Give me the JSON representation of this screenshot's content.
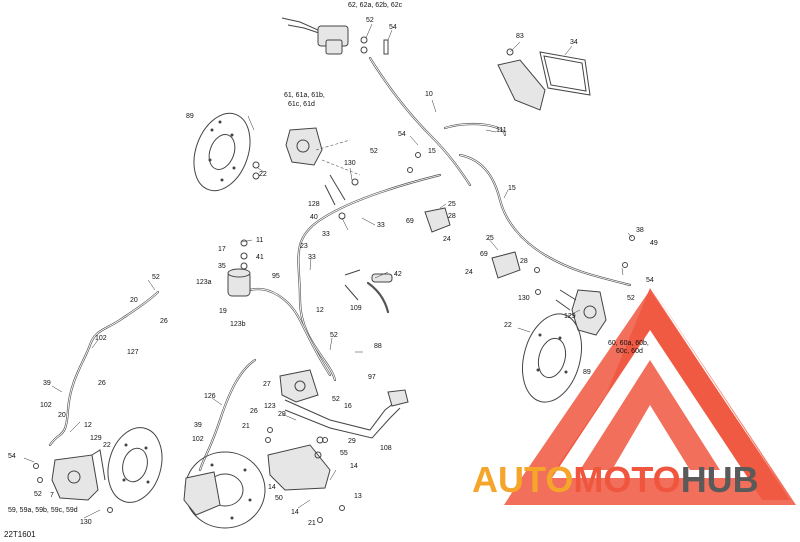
{
  "diagram_code": "22T1601",
  "watermark": {
    "part1": "AUTO",
    "part2": "MOTO",
    "part3": "HUB",
    "color_orange": "#f4a52a",
    "color_red": "#f0563e",
    "color_grey": "#5a5a5a"
  },
  "callouts": {
    "c1": "62, 62a, 62b, 62c",
    "c2": "52",
    "c3": "54",
    "c4": "83",
    "c5": "34",
    "c6": "10",
    "c7": "111",
    "c8": "61, 61a, 61b,",
    "c9": "61c, 61d",
    "c10": "89",
    "c11": "54",
    "c12": "15",
    "c13": "52",
    "c14": "22",
    "c15": "130",
    "c16": "128",
    "c17": "40",
    "c18": "33",
    "c19": "33",
    "c20": "15",
    "c21": "25",
    "c22": "28",
    "c23": "69",
    "c24": "24",
    "c25": "11",
    "c26": "17",
    "c27": "41",
    "c28": "35",
    "c29": "23",
    "c30": "33",
    "c31": "123a",
    "c32": "95",
    "c33": "42",
    "c34": "12",
    "c35": "19",
    "c36": "109",
    "c37": "123b",
    "c38": "25",
    "c39": "69",
    "c40": "28",
    "c41": "24",
    "c42": "38",
    "c43": "49",
    "c44": "54",
    "c45": "52",
    "c46": "130",
    "c47": "129",
    "c48": "22",
    "c49": "60, 60a, 60b,",
    "c50": "60c, 60d",
    "c51": "89",
    "c52": "52",
    "c53": "20",
    "c54": "26",
    "c55": "102",
    "c56": "127",
    "c57": "26",
    "c58": "39",
    "c59": "102",
    "c60": "20",
    "c61": "12",
    "c62": "52",
    "c63": "88",
    "c64": "27",
    "c65": "97",
    "c66": "52",
    "c67": "126",
    "c68": "123",
    "c69": "26",
    "c70": "16",
    "c71": "29",
    "c72": "39",
    "c73": "102",
    "c74": "21",
    "c75": "29",
    "c76": "108",
    "c77": "55",
    "c78": "14",
    "c79": "14",
    "c80": "50",
    "c81": "13",
    "c82": "14",
    "c83": "21",
    "c84": "129",
    "c85": "22",
    "c86": "54",
    "c87": "52",
    "c88": "7",
    "c89": "59, 59a, 59b, 59c, 59d",
    "c90": "130"
  }
}
